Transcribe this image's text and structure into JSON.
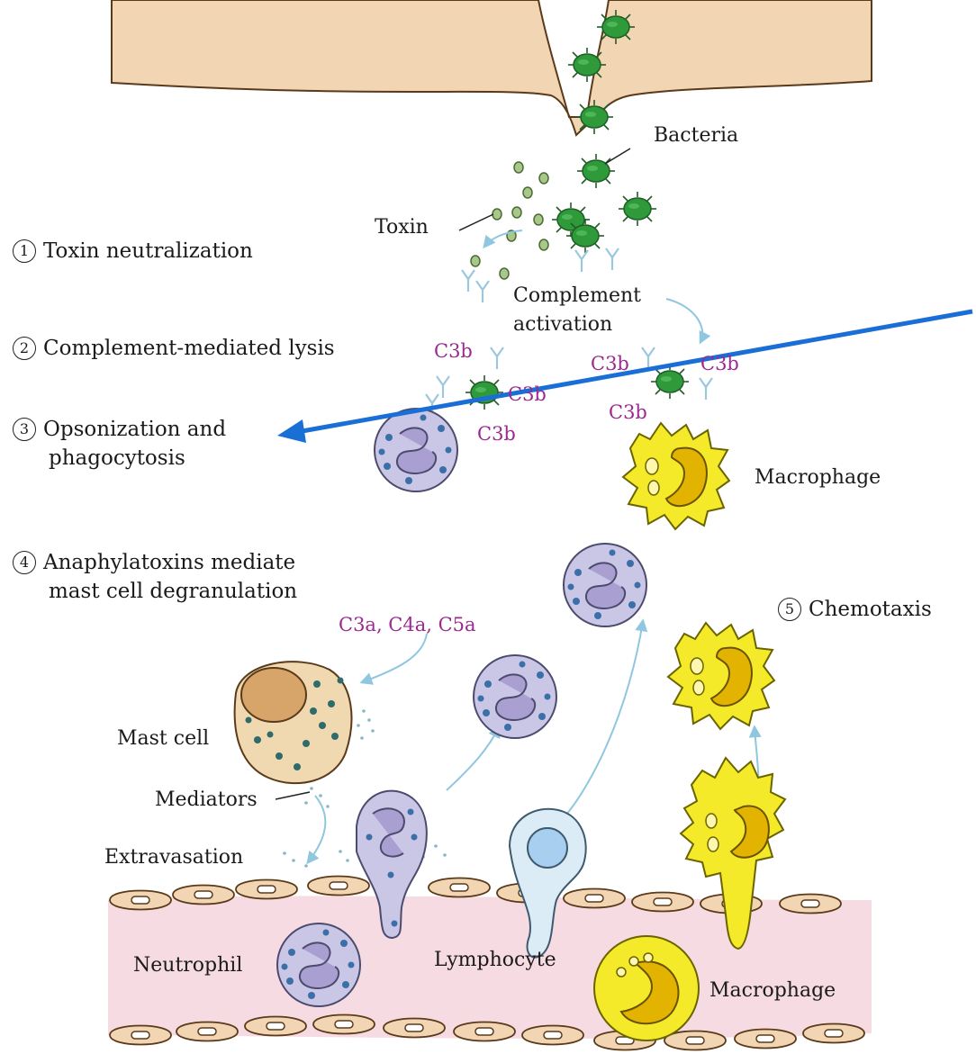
{
  "steps": [
    {
      "num": "1",
      "text": "Toxin neutralization"
    },
    {
      "num": "2",
      "text": "Complement-mediated lysis"
    },
    {
      "num": "3",
      "line1": "Opsonization and",
      "line2": "phagocytosis"
    },
    {
      "num": "4",
      "line1": "Anaphylatoxins mediate",
      "line2": "mast cell degranulation"
    },
    {
      "num": "5",
      "text": "Chemotaxis"
    }
  ],
  "labels": {
    "bacteria": "Bacteria",
    "toxin": "Toxin",
    "complement_line1": "Complement",
    "complement_line2": "activation",
    "macrophage_upper": "Macrophage",
    "mast_cell": "Mast cell",
    "mediators": "Mediators",
    "extravasation": "Extravasation",
    "neutrophil": "Neutrophil",
    "lymphocyte": "Lymphocyte",
    "macrophage_lower": "Macrophage"
  },
  "complement_tags": {
    "c3b": "C3b",
    "anaphylatoxins": "C3a, C4a, C5a"
  },
  "colors": {
    "skin": "#f2d6b3",
    "vessel": "#f6dbe2",
    "bacteria": "#2f9a3a",
    "neutrophil": "#c9c6e6",
    "macrophage": "#f5ea2a",
    "mast_cell": "#f0d9b0",
    "lymphocyte": "#dcecf6",
    "complement_text": "#9b2a8f",
    "pointer_arrow": "#1a6fd6",
    "flow_arrow": "#8fc6e0"
  }
}
